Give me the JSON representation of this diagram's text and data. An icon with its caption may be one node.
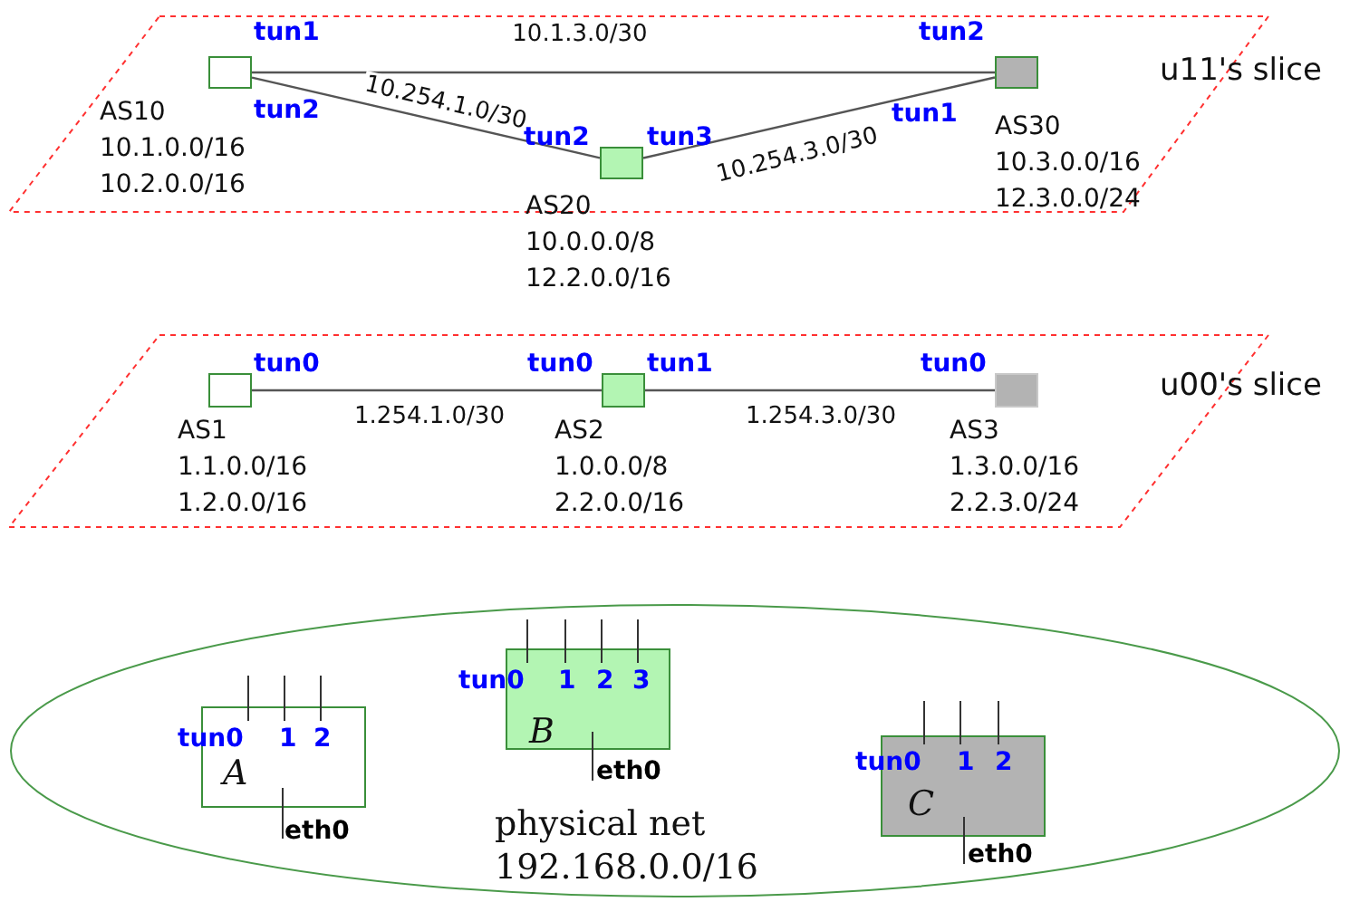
{
  "diagram": {
    "nodes": [
      {
        "text": [
          "u11's slice"
        ]
      },
      {
        "text": [],
        "shape": "box",
        "in": 0,
        "beside": [
          "tun1",
          "tun2",
          "AS10",
          "10.1.0.0/16",
          "10.2.0.0/16"
        ]
      },
      {
        "text": [],
        "shape": "box",
        "in": 0,
        "beside": [
          "tun2",
          "tun1",
          "AS30",
          "10.3.0.0/16",
          "12.3.0.0/24"
        ]
      },
      {
        "text": [],
        "shape": "box",
        "in": 0,
        "beside": [
          "tun2",
          "tun3",
          "AS20",
          "10.0.0.0/8",
          "12.2.0.0/16"
        ]
      },
      {
        "text": [
          "u00's slice"
        ]
      },
      {
        "text": [],
        "shape": "box",
        "in": 4,
        "beside": [
          "tun0",
          "AS1",
          "1.1.0.0/16",
          "1.2.0.0/16"
        ]
      },
      {
        "text": [],
        "shape": "box",
        "in": 4,
        "beside": [
          "tun0",
          "tun1",
          "AS2",
          "1.0.0.0/8",
          "2.2.0.0/16"
        ]
      },
      {
        "text": [],
        "shape": "box",
        "in": 4,
        "beside": [
          "tun0",
          "AS3",
          "1.3.0.0/16",
          "2.2.3.0/24"
        ]
      },
      {
        "text": [
          "physical net",
          "192.168.0.0/16"
        ]
      },
      {
        "text": [
          "tun0",
          "1",
          "2",
          "A"
        ],
        "in": 8,
        "beside": [
          "eth0"
        ]
      },
      {
        "text": [
          "tun0",
          "1",
          "2",
          "3",
          "B"
        ],
        "in": 8,
        "beside": [
          "eth0"
        ]
      },
      {
        "text": [
          "tun0",
          "1",
          "2",
          "C"
        ],
        "in": 8,
        "beside": [
          "eth0"
        ]
      }
    ],
    "edges": [
      {
        "from": 1,
        "to": 2,
        "arrow": "none",
        "label": "10.1.3.0/30"
      },
      {
        "from": 1,
        "to": 3,
        "arrow": "none",
        "label": "10.254.1.0/30"
      },
      {
        "from": 3,
        "to": 2,
        "arrow": "none",
        "label": "10.254.3.0/30"
      },
      {
        "from": 5,
        "to": 6,
        "arrow": "none",
        "label": "1.254.1.0/30"
      },
      {
        "from": 6,
        "to": 7,
        "arrow": "none",
        "label": "1.254.3.0/30"
      }
    ]
  }
}
